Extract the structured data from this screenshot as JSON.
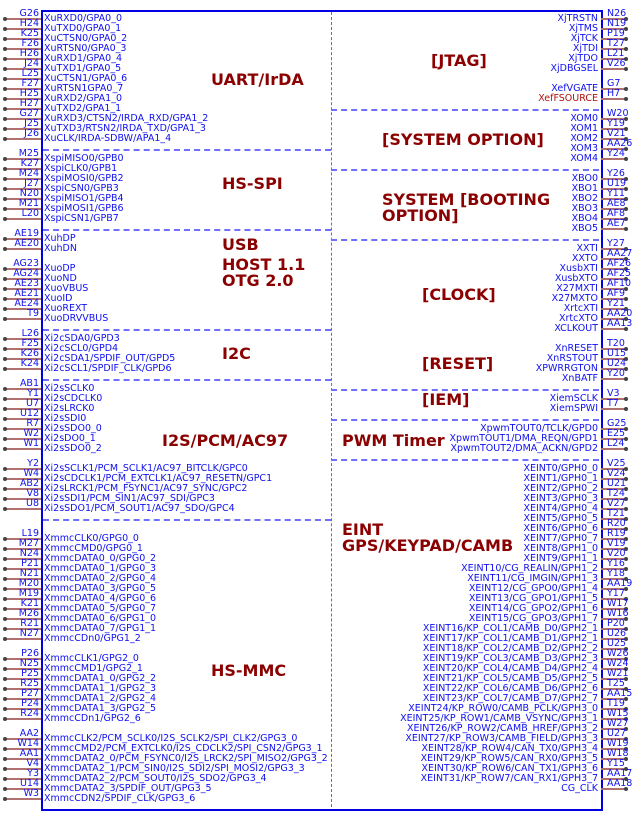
{
  "colors": {
    "border": "#0000e0",
    "signal": "#1010f0",
    "label": "#8b0000",
    "stub": "#b07070"
  },
  "left_groups": [
    {
      "name": "uart",
      "pins": [
        {
          "pin": "G26",
          "signal": "XuRXD0/GPA0_0"
        },
        {
          "pin": "H24",
          "signal": "XuTXD0/GPA0_1"
        },
        {
          "pin": "K25",
          "signal": "XuCTSN0/GPA0_2"
        },
        {
          "pin": "F26",
          "signal": "XuRTSN0/GPA0_3"
        },
        {
          "pin": "H26",
          "signal": "XuRXD1/GPA0_4"
        },
        {
          "pin": "J24",
          "signal": "XuTXD1/GPA0_5"
        },
        {
          "pin": "L25",
          "signal": "XuCTSN1/GPA0_6"
        },
        {
          "pin": "F27",
          "signal": "XuRTSN1GPA0_7"
        },
        {
          "pin": "H25",
          "signal": "XuRXD2/GPA1_0"
        },
        {
          "pin": "H27",
          "signal": "XuTXD2/GPA1_1"
        },
        {
          "pin": "G27",
          "signal": "XuRXD3/CTSN2/IRDA_RXD/GPA1_2"
        },
        {
          "pin": "J25",
          "signal": "XuTXD3/RTSN2/IRDA_TXD/GPA1_3"
        },
        {
          "pin": "J26",
          "signal": "XuCLK/IRDA-SDBW/APA1_4"
        }
      ]
    },
    {
      "name": "spi",
      "pins": [
        {
          "pin": "M25",
          "signal": "XspiMISO0/GPB0"
        },
        {
          "pin": "K27",
          "signal": "XspiCLK0/GPB1"
        },
        {
          "pin": "M24",
          "signal": "XspiMOSI0/GPB2"
        },
        {
          "pin": "J27",
          "signal": "XspiCSN0/GPB3"
        },
        {
          "pin": "N20",
          "signal": "XspiMISO1/GPB4"
        },
        {
          "pin": "M21",
          "signal": "XspiMOSI1/GPB6"
        },
        {
          "pin": "L20",
          "signal": "XspiCSN1/GPB7"
        }
      ]
    },
    {
      "name": "usb-host",
      "pins": [
        {
          "pin": "AE19",
          "signal": "XuhDP"
        },
        {
          "pin": "AE20",
          "signal": "XuhDN"
        }
      ]
    },
    {
      "name": "usb-otg",
      "pins": [
        {
          "pin": "AG23",
          "signal": "XuoDP"
        },
        {
          "pin": "AG24",
          "signal": "XuoND"
        },
        {
          "pin": "AE23",
          "signal": "XuoVBUS"
        },
        {
          "pin": "AE21",
          "signal": "XuoID"
        },
        {
          "pin": "AE24",
          "signal": "XuoREXT"
        },
        {
          "pin": "T9",
          "signal": "XuoDRVVBUS"
        }
      ]
    },
    {
      "name": "i2c",
      "pins": [
        {
          "pin": "L26",
          "signal": "Xi2cSDA0/GPD3"
        },
        {
          "pin": "F25",
          "signal": "Xi2cSCL0/GPD4"
        },
        {
          "pin": "K26",
          "signal": "Xi2cSDA1/SPDIF_OUT/GPD5"
        },
        {
          "pin": "K24",
          "signal": "Xi2cSCL1/SPDIF_CLK/GPD6"
        }
      ]
    },
    {
      "name": "i2s0",
      "pins": [
        {
          "pin": "AB1",
          "signal": "Xi2sSCLK0"
        },
        {
          "pin": "Y1",
          "signal": "Xi2sCDCLK0"
        },
        {
          "pin": "U7",
          "signal": "Xi2sLRCK0"
        },
        {
          "pin": "U12",
          "signal": "Xi2sSDI0"
        },
        {
          "pin": "R7",
          "signal": "Xi2sSDO0_0"
        },
        {
          "pin": "W2",
          "signal": "Xi2sDO0_1"
        },
        {
          "pin": "W1",
          "signal": "Xi2sSDO0_2"
        }
      ]
    },
    {
      "name": "i2s1",
      "pins": [
        {
          "pin": "Y2",
          "signal": "Xi2sSCLK1/PCM_SCLK1/AC97_BITCLK/GPC0"
        },
        {
          "pin": "W4",
          "signal": "Xi2sCDCLK1/PCM_EXTCLK1/AC97_RESETN/GPC1"
        },
        {
          "pin": "AB2",
          "signal": "Xi2sLRCK1/PCM_FSYNC1/AC97_SYNC/GPC2"
        },
        {
          "pin": "V8",
          "signal": "Xi2sSDI1/PCM_SIN1/AC97_SDI/GPC3"
        },
        {
          "pin": "U8",
          "signal": "Xi2sSDO1/PCM_SOUT1/AC97_SDO/GPC4"
        }
      ]
    },
    {
      "name": "mmc0",
      "pins": [
        {
          "pin": "L19",
          "signal": "XmmcCLK0/GPG0_0"
        },
        {
          "pin": "M27",
          "signal": "XmmcCMD0/GPG0_1"
        },
        {
          "pin": "N24",
          "signal": "XmmcDATA0_0/GPG0_2"
        },
        {
          "pin": "P21",
          "signal": "XmmcDATA0_1/GPG0_3"
        },
        {
          "pin": "N21",
          "signal": "XmmcDATA0_2/GPG0_4"
        },
        {
          "pin": "M20",
          "signal": "XmmcDATA0_3/GPG0_5"
        },
        {
          "pin": "M19",
          "signal": "XmmcDATA0_4/GPG0_6"
        },
        {
          "pin": "K21",
          "signal": "XmmcDATA0_5/GPG0_7"
        },
        {
          "pin": "M26",
          "signal": "XmmcDATA0_6/GPG1_0"
        },
        {
          "pin": "R21",
          "signal": "XmmcDATA0_7/GPG1_1"
        },
        {
          "pin": "N27",
          "signal": "XmmcCDn0/GPG1_2"
        }
      ]
    },
    {
      "name": "mmc1",
      "pins": [
        {
          "pin": "P26",
          "signal": "XmmcCLK1/GPG2_0"
        },
        {
          "pin": "N25",
          "signal": "XmmcCMD1/GPG2_1"
        },
        {
          "pin": "P25",
          "signal": "XmmcDATA1_0/GPG2_2"
        },
        {
          "pin": "R25",
          "signal": "XmmcDATA1_1/GPG2_3"
        },
        {
          "pin": "P27",
          "signal": "XmmcDATA1_2/GPG2_4"
        },
        {
          "pin": "P24",
          "signal": "XmmcDATA1_3/GPG2_5"
        },
        {
          "pin": "R24",
          "signal": "XmmcCDn1/GPG2_6"
        }
      ]
    },
    {
      "name": "mmc2",
      "pins": [
        {
          "pin": "AA2",
          "signal": "XmmcCLK2/PCM_SCLK0/I2S_SCLK2/SPI_CLK2/GPG3_0"
        },
        {
          "pin": "W14",
          "signal": "XmmcCMD2/PCM_EXTCLK0/I2S_CDCLK2/SPI_CSN2/GPG3_1"
        },
        {
          "pin": "AA1",
          "signal": "XmmcDATA2_0/PCM_FSYNC0/I2S_LRCK2/SPI_MISO2/GPG3_2"
        },
        {
          "pin": "V4",
          "signal": "XmmcDATA2_1/PCM_SIN0/I2S_SDI2/SPI_MOSI2/GPG3_3"
        },
        {
          "pin": "Y3",
          "signal": "XmmcDATA2_2/PCM_SOUT0/I2S_SDO2/GPG3_4"
        },
        {
          "pin": "U14",
          "signal": "XmmcDATA2_3/SPDIF_OUT/GPG3_5"
        },
        {
          "pin": "W3",
          "signal": "XmmcCDN2/SPDIF_CLK/GPG3_6"
        }
      ]
    }
  ],
  "right_groups": [
    {
      "name": "jtag",
      "pins": [
        {
          "pin": "N26",
          "signal": "XjTRSTN"
        },
        {
          "pin": "N19",
          "signal": "XjTMS"
        },
        {
          "pin": "P19",
          "signal": "XjTCK"
        },
        {
          "pin": "T27",
          "signal": "XjTDI"
        },
        {
          "pin": "L21",
          "signal": "XjTDO"
        },
        {
          "pin": "V26",
          "signal": "XjDBGSEL"
        }
      ]
    },
    {
      "name": "efuse",
      "pins": [
        {
          "pin": "G7",
          "signal": "XefVGATE"
        },
        {
          "pin": "H7",
          "signal": "XefFSOURCE",
          "highlight": true
        }
      ]
    },
    {
      "name": "om",
      "pins": [
        {
          "pin": "W20",
          "signal": "XOM0"
        },
        {
          "pin": "Y19",
          "signal": "XOM1"
        },
        {
          "pin": "V21",
          "signal": "XOM2"
        },
        {
          "pin": "AA26",
          "signal": "XOM3"
        },
        {
          "pin": "Y24",
          "signal": "XOM4"
        }
      ]
    },
    {
      "name": "bo",
      "pins": [
        {
          "pin": "Y26",
          "signal": "XBO0"
        },
        {
          "pin": "U19",
          "signal": "XBO1"
        },
        {
          "pin": "Y11",
          "signal": "XBO2"
        },
        {
          "pin": "AE8",
          "signal": "XBO3"
        },
        {
          "pin": "AF8",
          "signal": "XBO4"
        },
        {
          "pin": "AE7",
          "signal": "XBO5"
        }
      ]
    },
    {
      "name": "clock",
      "pins": [
        {
          "pin": "Y27",
          "signal": "XXTI"
        },
        {
          "pin": "AA27",
          "signal": "XXTO"
        },
        {
          "pin": "AF26",
          "signal": "XusbXTI"
        },
        {
          "pin": "AF25",
          "signal": "XusbXTO"
        },
        {
          "pin": "AF10",
          "signal": "X27MXTI"
        },
        {
          "pin": "AF9",
          "signal": "X27MXTO"
        },
        {
          "pin": "Y21",
          "signal": "XrtcXTI"
        },
        {
          "pin": "AA20",
          "signal": "XrtcXTO"
        },
        {
          "pin": "AA13",
          "signal": "XCLKOUT"
        }
      ]
    },
    {
      "name": "reset",
      "pins": [
        {
          "pin": "T20",
          "signal": "XnRESET"
        },
        {
          "pin": "U15",
          "signal": "XnRSTOUT"
        },
        {
          "pin": "U24",
          "signal": "XPWRRGTON"
        },
        {
          "pin": "Y20",
          "signal": "XnBATF"
        }
      ]
    },
    {
      "name": "iem",
      "pins": [
        {
          "pin": "V3",
          "signal": "XiemSCLK"
        },
        {
          "pin": "T7",
          "signal": "XiemSPWI"
        }
      ]
    },
    {
      "name": "pwm",
      "pins": [
        {
          "pin": "G25",
          "signal": "XpwmTOUT0/TCLK/GPD0"
        },
        {
          "pin": "E25",
          "signal": "XpwmTOUT1/DMA_REQN/GPD1"
        },
        {
          "pin": "L24",
          "signal": "XpwmTOUT2/DMA_ACKN/GPD2"
        }
      ]
    },
    {
      "name": "eint",
      "pins": [
        {
          "pin": "V25",
          "signal": "XEINT0/GPH0_0"
        },
        {
          "pin": "V24",
          "signal": "XEINT1/GPH0_1"
        },
        {
          "pin": "U21",
          "signal": "XEINT2/GPH0_2"
        },
        {
          "pin": "T24",
          "signal": "XEINT3/GPH0_3"
        },
        {
          "pin": "V27",
          "signal": "XEINT4/GPH0_4"
        },
        {
          "pin": "T21",
          "signal": "XEINT5/GPH0_5"
        },
        {
          "pin": "R20",
          "signal": "XEINT6/GPH0_6"
        },
        {
          "pin": "R19",
          "signal": "XEINT7/GPH0_7"
        },
        {
          "pin": "V19",
          "signal": "XEINT8/GPH1_0"
        },
        {
          "pin": "V20",
          "signal": "XEINT9/GPH1_1"
        },
        {
          "pin": "Y16",
          "signal": "XEINT10/CG_REALIN/GPH1_2"
        },
        {
          "pin": "Y18",
          "signal": "XEINT11/CG_IMGIN/GPH1_3"
        },
        {
          "pin": "AA19",
          "signal": "XEINT12/CG_GPO0/GPH1_4"
        },
        {
          "pin": "Y17",
          "signal": "XEINT13/CG_GPO1/GPH1_5"
        },
        {
          "pin": "W17",
          "signal": "XEINT14/CG_GPO2/GPH1_6"
        },
        {
          "pin": "W16",
          "signal": "XEINT15/CG_GPO3/GPH1_7"
        },
        {
          "pin": "P20",
          "signal": "XEINT16/KP_COL1/CAMB_D0/GPH2_1"
        },
        {
          "pin": "U26",
          "signal": "XEINT17/KP_COL1/CAMB_D1/GPH2_1"
        },
        {
          "pin": "U25",
          "signal": "XEINT18/KP_COL2/CAMB_D2/GPH2_2"
        },
        {
          "pin": "W26",
          "signal": "XEINT19/KP_COL3/CAMB_D3/GPH2_3"
        },
        {
          "pin": "W24",
          "signal": "XEINT20/KP_COL4/CAMB_D4/GPH2_4"
        },
        {
          "pin": "W21",
          "signal": "XEINT21/KP_COL5/CAMB_D5/GPH2_5"
        },
        {
          "pin": "T25",
          "signal": "XEINT22/KP_COL6/CAMB_D6/GPH2_6"
        },
        {
          "pin": "AA15",
          "signal": "XEINT23/KP_COL7/CAMB_D7/GPH2_7"
        },
        {
          "pin": "T19",
          "signal": "XEINT24/KP_ROW0/CAMB_PCLK/GPH3_0"
        },
        {
          "pin": "W15",
          "signal": "XEINT25/KP_ROW1/CAMB_VSYNC/GPH3_1"
        },
        {
          "pin": "W27",
          "signal": "XEINT26/KP_ROW2/CAMB_HREF/GPH3_2"
        },
        {
          "pin": "U27",
          "signal": "XEINT27/KP_ROW3/CAMB_FIELD/GPH3_3"
        },
        {
          "pin": "W19",
          "signal": "XEINT28/KP_ROW4/CAN_TX0/GPH3_4"
        },
        {
          "pin": "W18",
          "signal": "XEINT29/KP_ROW5/CAN_RX0/GPH3_5"
        },
        {
          "pin": "Y15",
          "signal": "XEINT30/KP_ROW6/CAN_TX1/GPH3_6"
        },
        {
          "pin": "AA17",
          "signal": "XEINT31/KP_ROW7/CAN_RX1/GPH3_7"
        },
        {
          "pin": "AA18",
          "signal": "CG_CLK"
        }
      ]
    }
  ],
  "labels": {
    "uart": "UART/IrDA",
    "spi": "HS-SPI",
    "usb": "USB",
    "usb_host": "HOST 1.1",
    "usb_otg": "OTG 2.0",
    "i2c": "I2C",
    "i2s": "I2S/PCM/AC97",
    "mmc": "HS-MMC",
    "jtag": "[JTAG]",
    "sysopt": "[SYSTEM OPTION]",
    "boot1": "SYSTEM [BOOTING",
    "boot2": "OPTION]",
    "clock": "[CLOCK]",
    "reset": "[RESET]",
    "iem": "[IEM]",
    "pwm": "PWM Timer",
    "eint1": "EINT",
    "eint2": "GPS/KEYPAD/CAMB"
  }
}
